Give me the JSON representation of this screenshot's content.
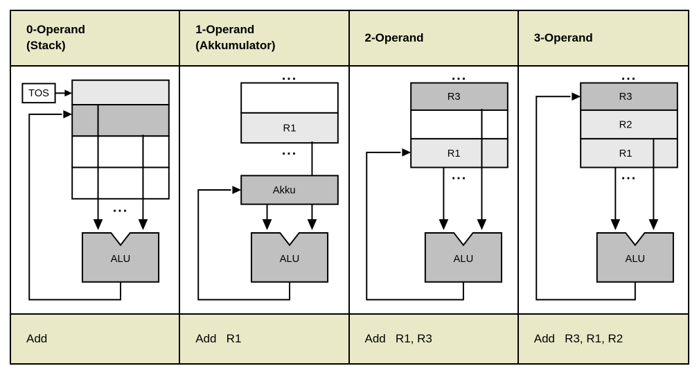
{
  "figure": {
    "title_hidden": "",
    "colors": {
      "header_bg": "#e9e9c8",
      "instruction_bg": "#e9e9c8",
      "border": "#000000",
      "cell_white": "#ffffff",
      "cell_light_gray": "#e8e8e8",
      "cell_mid_gray": "#c0c0c0",
      "alu_fill": "#c0c0c0",
      "page_bg": "#ffffff"
    }
  },
  "columns": [
    {
      "id": "zero-operand",
      "header": "0-Operand\n(Stack)",
      "instruction": "Add",
      "pointer_label": "TOS",
      "alu_label": "ALU",
      "ellipsis": "...",
      "memory_rows": [
        {
          "label": "",
          "fill": "light"
        },
        {
          "label": "",
          "fill": "mid"
        },
        {
          "label": "",
          "fill": "white"
        },
        {
          "label": "",
          "fill": "white"
        }
      ]
    },
    {
      "id": "one-operand",
      "header": "1-Operand\n(Akkumulator)",
      "instruction": "Add   R1",
      "pointer_label": "",
      "alu_label": "ALU",
      "accumulator_label": "Akku",
      "ellipsis": "...",
      "memory_rows": [
        {
          "label": "",
          "fill": "white"
        },
        {
          "label": "R1",
          "fill": "light"
        }
      ]
    },
    {
      "id": "two-operand",
      "header": "2-Operand",
      "instruction": "Add   R1, R3",
      "pointer_label": "",
      "alu_label": "ALU",
      "ellipsis": "...",
      "memory_rows": [
        {
          "label": "R3",
          "fill": "mid"
        },
        {
          "label": "",
          "fill": "white"
        },
        {
          "label": "R1",
          "fill": "light"
        }
      ]
    },
    {
      "id": "three-operand",
      "header": "3-Operand",
      "instruction": "Add   R3, R1, R2",
      "pointer_label": "",
      "alu_label": "ALU",
      "ellipsis": "...",
      "memory_rows": [
        {
          "label": "R3",
          "fill": "mid"
        },
        {
          "label": "R2",
          "fill": "light"
        },
        {
          "label": "R1",
          "fill": "light"
        }
      ]
    }
  ]
}
